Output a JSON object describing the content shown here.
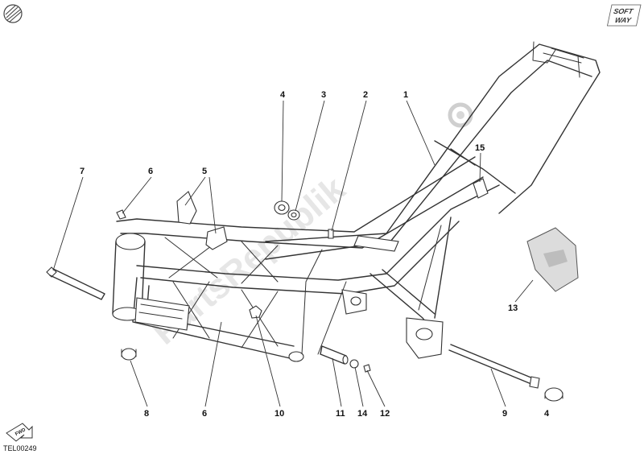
{
  "diagram": {
    "drawing_code": "TEL00249",
    "brand_logo": {
      "line1": "SOFT",
      "line2": "WAY"
    },
    "fwd_label": "FWD",
    "watermark": "PartsRepublik",
    "callouts": [
      {
        "id": "c1",
        "label": "1"
      },
      {
        "id": "c2",
        "label": "2"
      },
      {
        "id": "c3",
        "label": "3"
      },
      {
        "id": "c4a",
        "label": "4"
      },
      {
        "id": "c4b",
        "label": "4"
      },
      {
        "id": "c5",
        "label": "5"
      },
      {
        "id": "c6a",
        "label": "6"
      },
      {
        "id": "c6b",
        "label": "6"
      },
      {
        "id": "c7",
        "label": "7"
      },
      {
        "id": "c8",
        "label": "8"
      },
      {
        "id": "c9",
        "label": "9"
      },
      {
        "id": "c10",
        "label": "10"
      },
      {
        "id": "c11",
        "label": "11"
      },
      {
        "id": "c12",
        "label": "12"
      },
      {
        "id": "c13",
        "label": "13"
      },
      {
        "id": "c14",
        "label": "14"
      },
      {
        "id": "c15",
        "label": "15"
      }
    ]
  }
}
